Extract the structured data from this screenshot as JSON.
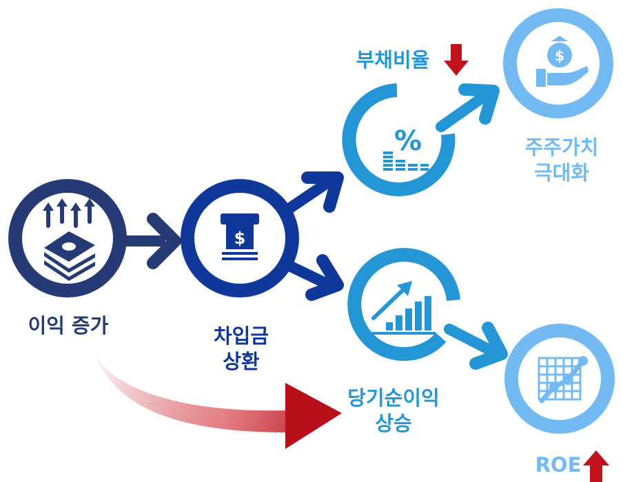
{
  "nodes": {
    "profit_increase": {
      "label": "이익 증가"
    },
    "debt_repayment": {
      "line1": "차입금",
      "line2": "상환"
    },
    "debt_ratio": {
      "label": "부채비율",
      "trend": "down"
    },
    "shareholder_value": {
      "line1": "주주가치",
      "line2": "극대화"
    },
    "net_income": {
      "line1": "당기순이익",
      "line2": "상승"
    },
    "roe": {
      "label": "ROE",
      "trend": "up"
    }
  },
  "colors": {
    "dark_navy": "#263a75",
    "navy_blue": "#10389a",
    "medium_blue": "#2596d5",
    "light_blue": "#73baf3",
    "trend_red": "#c0121d"
  },
  "icons": {
    "profit_increase": "money-stack-up-arrows-icon",
    "debt_repayment": "atm-cash-icon",
    "debt_ratio": "percent-coins-icon",
    "shareholder_value": "money-bag-hand-icon",
    "net_income": "growth-bar-chart-icon",
    "roe": "line-chart-grid-icon"
  }
}
